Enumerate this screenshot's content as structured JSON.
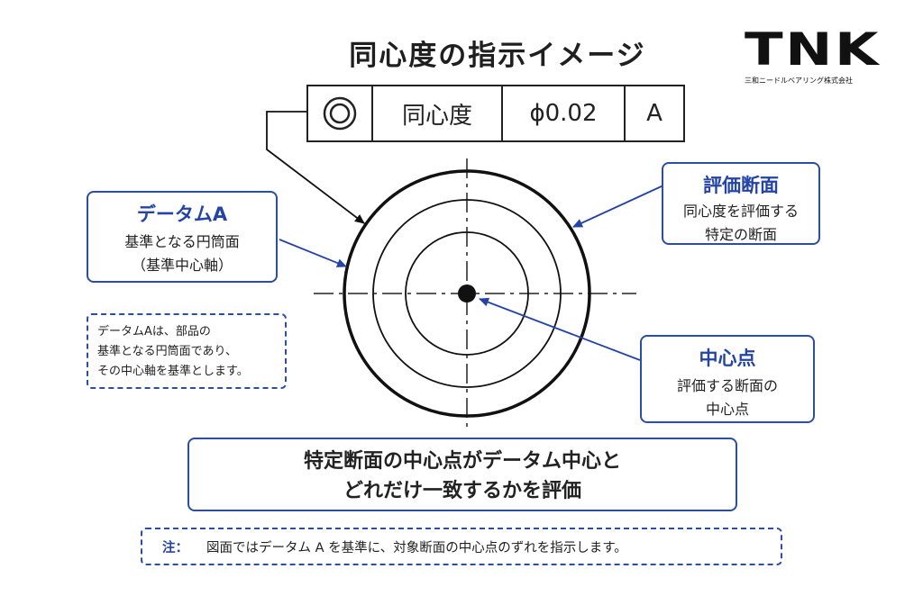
{
  "title": "同心度の指示イメージ",
  "logo": {
    "mark": "TNK",
    "company": "三和ニードルベアリング株式会社"
  },
  "fcf": {
    "symbol": "concentricity-symbol",
    "name": "同心度",
    "tolerance": "ϕ0.02",
    "datum": "A"
  },
  "datum_box": {
    "heading": "データムA",
    "line1": "基準となる円筒面",
    "line2": "（基準中心軸）"
  },
  "eval_box": {
    "heading": "評価断面",
    "line1": "同心度を評価する",
    "line2": "特定の断面"
  },
  "center_box": {
    "heading": "中心点",
    "line1": "評価する断面の",
    "line2": "中心点"
  },
  "datum_note": {
    "line1": "データムAは、部品の",
    "line2": "基準となる円筒面であり、",
    "line3": "その中心軸を基準とします。"
  },
  "main_message": {
    "line1": "特定断面の中心点がデータム中心と",
    "line2": "どれだけ一致するかを評価"
  },
  "footnote": {
    "label": "注：",
    "text": "図面ではデータム A を基準に、対象断面の中心点のずれを指示します。"
  },
  "colors": {
    "accent": "#2344a6",
    "ink": "#222222"
  }
}
